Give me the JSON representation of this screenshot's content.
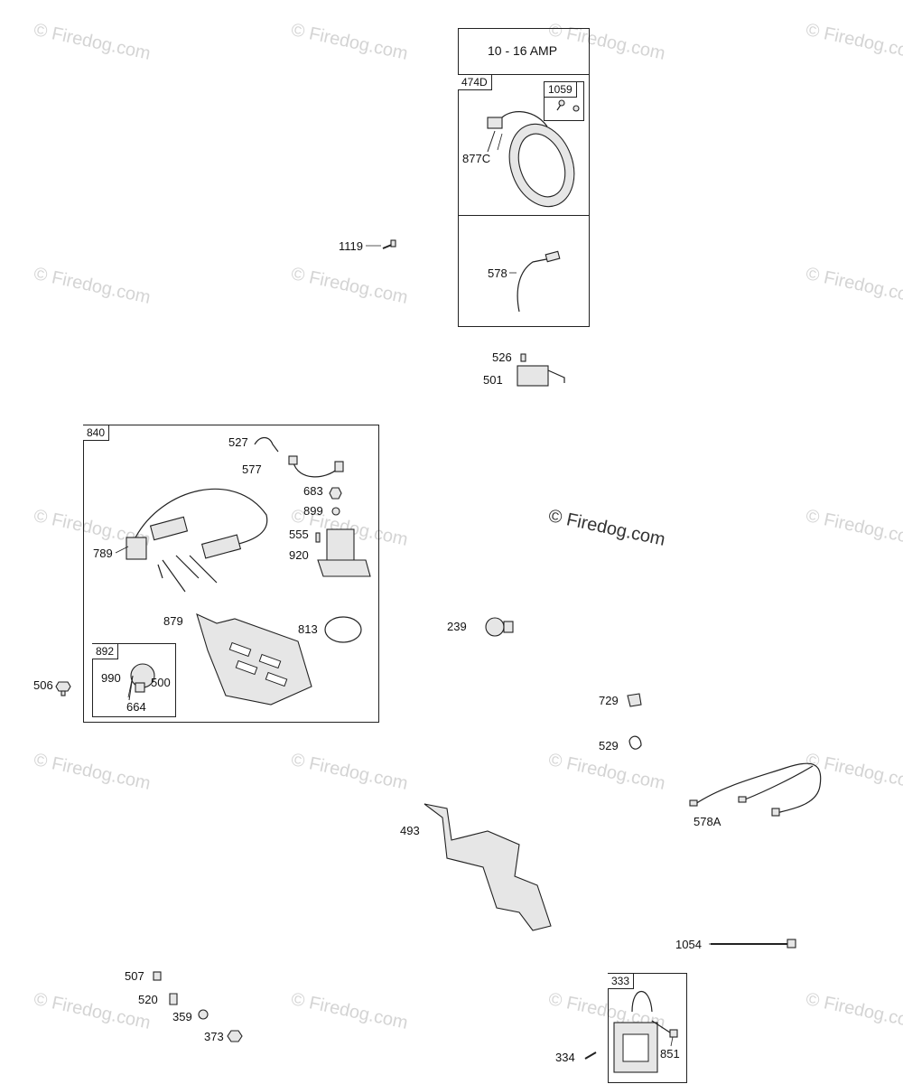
{
  "header": {
    "amp_rating": "10 - 16 AMP"
  },
  "watermark": {
    "text": "© Firedog.com"
  },
  "kits": [
    {
      "id": "kit-474d",
      "label": "474D"
    },
    {
      "id": "kit-1059",
      "label": "1059"
    },
    {
      "id": "kit-840",
      "label": "840"
    },
    {
      "id": "kit-892",
      "label": "892"
    },
    {
      "id": "kit-333",
      "label": "333"
    }
  ],
  "parts": [
    {
      "id": "877C",
      "name": "stator"
    },
    {
      "id": "578",
      "name": "lead-wire"
    },
    {
      "id": "1119",
      "name": "screw"
    },
    {
      "id": "526",
      "name": "screw"
    },
    {
      "id": "501",
      "name": "rectifier-regulator"
    },
    {
      "id": "527",
      "name": "clip"
    },
    {
      "id": "577",
      "name": "cable"
    },
    {
      "id": "683",
      "name": "nut"
    },
    {
      "id": "899",
      "name": "washer"
    },
    {
      "id": "555",
      "name": "screw"
    },
    {
      "id": "920",
      "name": "solenoid"
    },
    {
      "id": "789",
      "name": "wiring-harness"
    },
    {
      "id": "879",
      "name": "heat-shield"
    },
    {
      "id": "813",
      "name": "clamp"
    },
    {
      "id": "990",
      "name": "key-switch"
    },
    {
      "id": "500",
      "name": "switch-nut"
    },
    {
      "id": "664",
      "name": "key"
    },
    {
      "id": "506",
      "name": "screw"
    },
    {
      "id": "239",
      "name": "oil-pressure-switch"
    },
    {
      "id": "729",
      "name": "clip"
    },
    {
      "id": "529",
      "name": "clip"
    },
    {
      "id": "578A",
      "name": "lead-wire"
    },
    {
      "id": "493",
      "name": "bracket"
    },
    {
      "id": "1054",
      "name": "tie-strap"
    },
    {
      "id": "507",
      "name": "screw"
    },
    {
      "id": "520",
      "name": "clip"
    },
    {
      "id": "359",
      "name": "washer"
    },
    {
      "id": "373",
      "name": "nut"
    },
    {
      "id": "334",
      "name": "screw"
    },
    {
      "id": "851",
      "name": "terminal"
    }
  ]
}
